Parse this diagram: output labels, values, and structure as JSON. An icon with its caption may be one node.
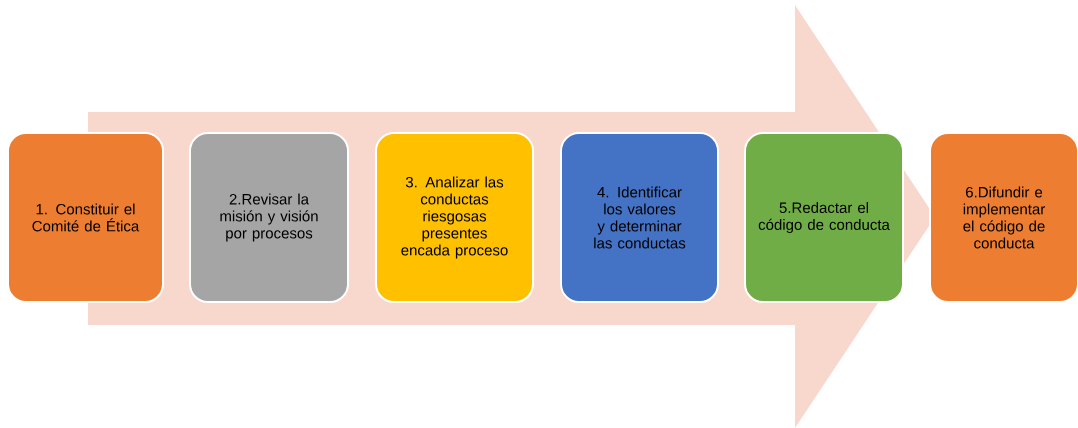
{
  "diagram": {
    "nodes": [
      {
        "text": [
          "1. Constituir el Comité de Ética"
        ]
      },
      {
        "text": [
          "2.Revisar la misión y visión por procesos"
        ]
      },
      {
        "text": [
          "3. Analizar las conductas riesgosas presentes encada proceso"
        ]
      },
      {
        "text": [
          "4. Identificar los valores y determinar las conductas"
        ]
      },
      {
        "text": [
          "5.Redactar el código de conducta"
        ]
      },
      {
        "text": [
          "6.Difundir e implementar el código de conducta"
        ]
      }
    ]
  }
}
